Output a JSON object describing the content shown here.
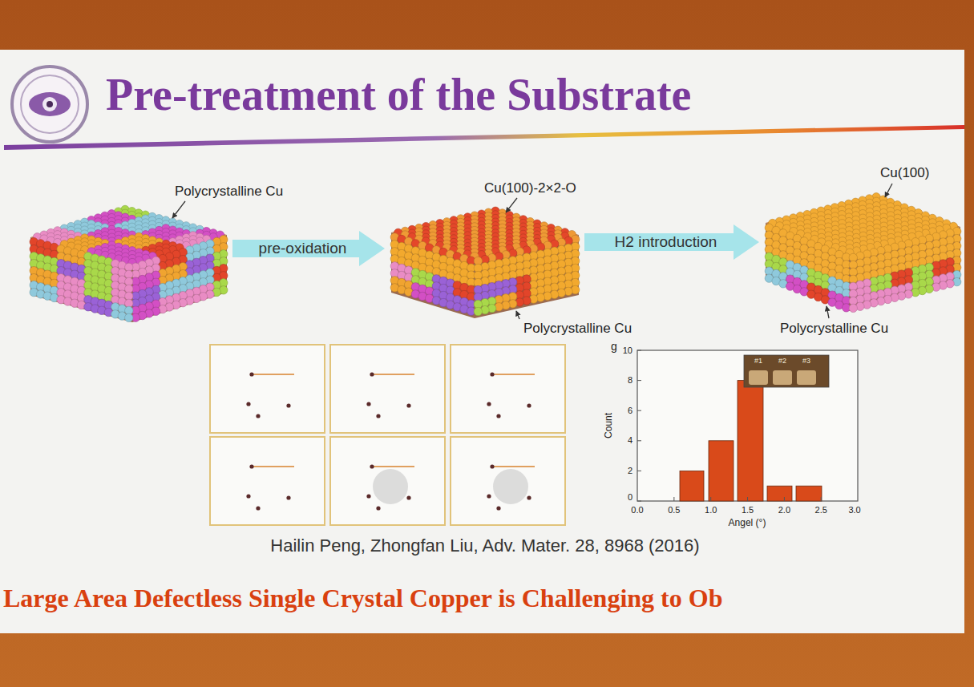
{
  "diagram": {
    "title": "Pre-treatment of the Substrate",
    "nodes": [
      {
        "text": [
          "Polycrystalline Cu"
        ]
      },
      {
        "text": [
          "Cu(100)-2×2-O",
          "Polycrystalline Cu"
        ]
      },
      {
        "text": [
          "Cu(100)",
          "Polycrystalline Cu"
        ]
      }
    ],
    "edges": [
      {
        "from": 0,
        "to": 1,
        "arrow": "to",
        "label": "pre-oxidation"
      },
      {
        "from": 1,
        "to": 2,
        "arrow": "to",
        "label": "H2 introduction"
      }
    ],
    "labels": [
      "g",
      "10",
      "8",
      "6",
      "4",
      "2",
      "0",
      "0.0",
      "0.5",
      "1.0",
      "1.5",
      "2.0",
      "2.5",
      "3.0",
      "Count",
      "Angel (°)",
      "#1",
      "#2",
      "#3",
      "Hailin Peng, Zhongfan Liu, Adv. Mater. 28, 8968 (2016)",
      "Large Area Defectless Single Crystal Copper is Challenging to Ob"
    ]
  }
}
